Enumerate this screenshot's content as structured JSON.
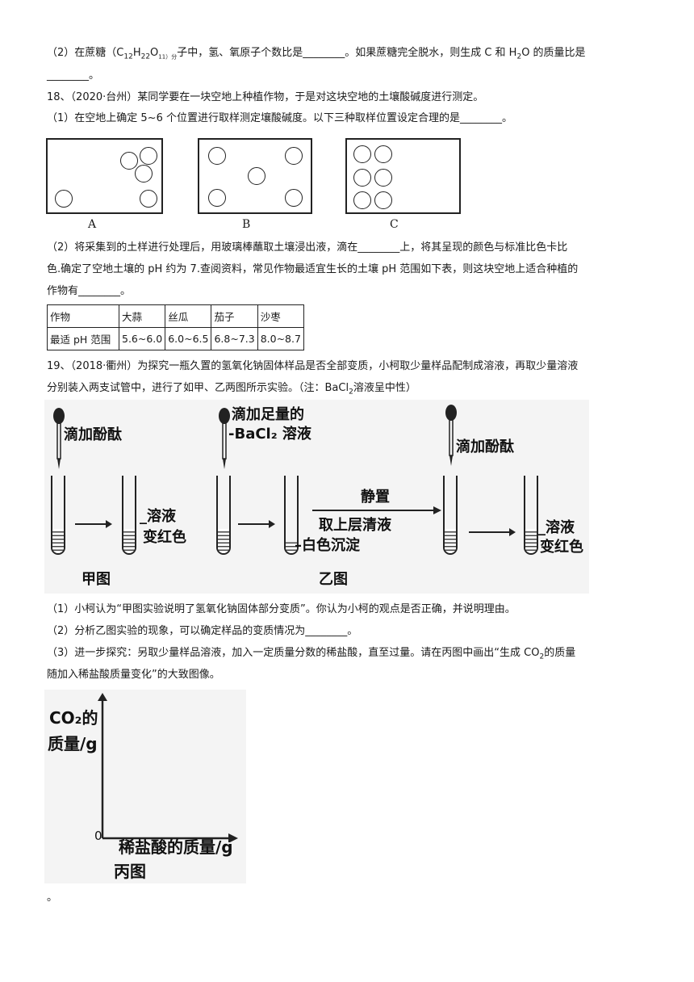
{
  "q17": {
    "line1_part1": "（2）在蔗糖（C",
    "line1_sub1": "12",
    "line1_mid1": "H",
    "line1_sub2": "22",
    "line1_mid2": "O",
    "line1_sub3": "11）分",
    "line1_part2": "子中，氢、氧原子个数比是________。如果蔗糖完全脱水，则生成 C 和 H",
    "line1_sub4": "2",
    "line1_part3": "O 的质量比是",
    "line2": "________。"
  },
  "q18": {
    "title": "18、（2020·台州）某同学要在一块空地上种植作物，于是对这块空地的土壤酸碱度进行测定。",
    "sub1": "（1）在空地上确定 5~6 个位置进行取样测定壤酸碱度。以下三种取样位置设定合理的是________。",
    "fig_labels": [
      "A",
      "B",
      "C"
    ],
    "sub2_line1": "（2）将采集到的土样进行处理后，用玻璃棒蘸取土壤浸出液，滴在________上，将其呈现的颜色与标准比色卡比",
    "sub2_line2": "色.确定了空地土壤的 pH 约为 7.查阅资料，常见作物最适宜生长的土壤 pH 范围如下表，则这块空地上适合种植的",
    "sub2_line3": "作物有________。",
    "table": {
      "row1": [
        "作物",
        "大蒜",
        "丝瓜",
        "茄子",
        "沙枣"
      ],
      "row2": [
        "最适 pH 范围",
        "5.6~6.0",
        "6.0~6.5",
        "6.8~7.3",
        "8.0~8.7"
      ]
    }
  },
  "q19": {
    "line1": "19、（2018·衢州）为探究一瓶久置的氢氧化钠固体样品是否全部变质，小柯取少量样品配制成溶液，再取少量溶液",
    "line2_part1": "分别装入两支试管中，进行了如甲、乙两图所示实验。（注：BaCl",
    "line2_sub": "2",
    "line2_part2": "溶液呈中性）",
    "diagram": {
      "drop_phenol_1": "滴加酚酞",
      "solution_red_1a": "溶液",
      "solution_red_1b": "变红色",
      "add_bacl2_a": "滴加足量的",
      "add_bacl2_b": "BaCl₂ 溶液",
      "settle": "静置",
      "take_clear": "取上层清液",
      "white_ppt": "白色沉淀",
      "drop_phenol_2": "滴加酚酞",
      "solution_red_2a": "溶液",
      "solution_red_2b": "变红色",
      "fig_jia": "甲图",
      "fig_yi": "乙图"
    },
    "sub1": "（1）小柯认为“甲图实验说明了氢氧化钠固体部分变质”。你认为小柯的观点是否正确，并说明理由。",
    "sub2": "（2）分析乙图实验的现象，可以确定样品的变质情况为________。",
    "sub3_line1_part1": "（3）进一步探究：另取少量样品溶液，加入一定质量分数的稀盐酸，直至过量。请在丙图中画出“生成 CO",
    "sub3_line1_sub": "2",
    "sub3_line1_part2": "的质量",
    "sub3_line2": "随加入稀盐酸质量变化”的大致图像。",
    "graph": {
      "ylabel_1": "CO₂的",
      "ylabel_2": "质量/g",
      "origin": "0",
      "xlabel": "稀盐酸的质量/g",
      "fig_bing": "丙图"
    },
    "end_mark": "。"
  }
}
